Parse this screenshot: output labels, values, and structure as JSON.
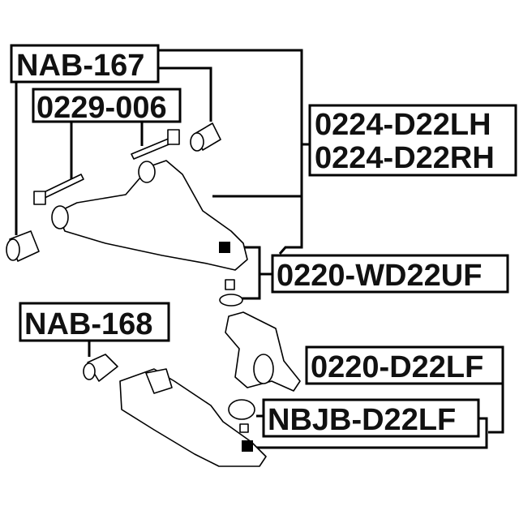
{
  "labels": {
    "nab167": "NAB-167",
    "p0229": "0229-006",
    "p0224lh": "0224-D22LH",
    "p0224rh": "0224-D22RH",
    "p0220wd": "0220-WD22UF",
    "nab168": "NAB-168",
    "p0220lf": "0220-D22LF",
    "nbjb": "NBJB-D22LF"
  }
}
